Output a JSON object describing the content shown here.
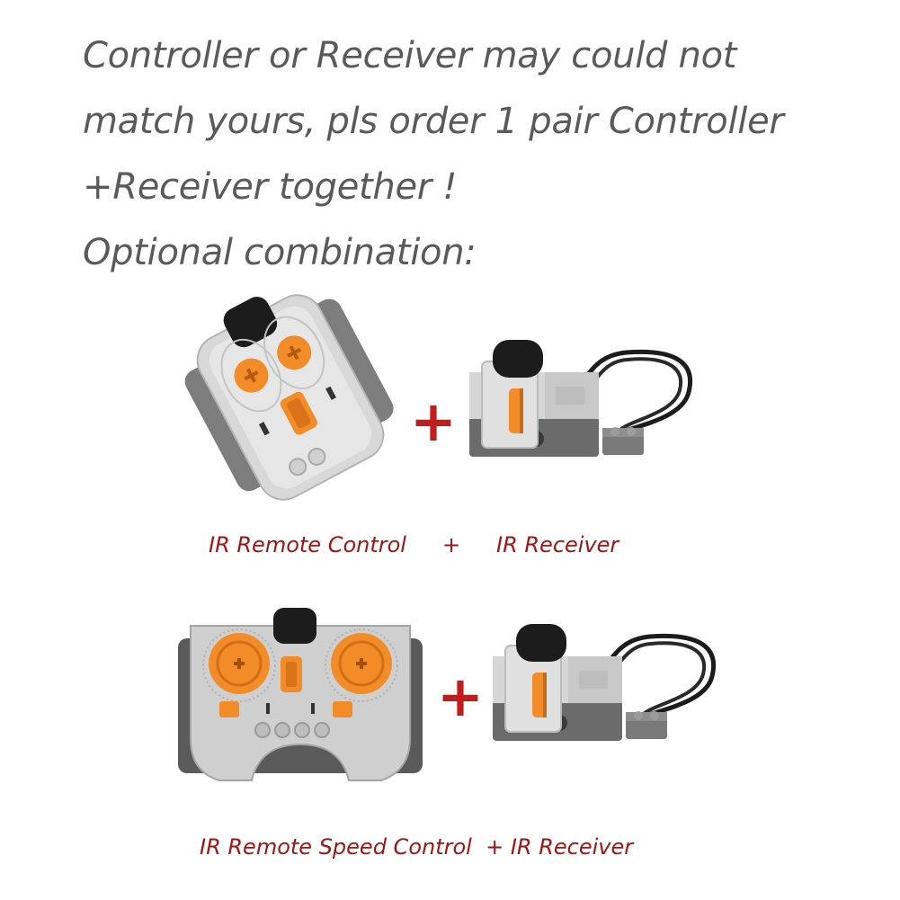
{
  "headline": {
    "line1": "Controller or Receiver may could not",
    "line2": "match yours, pls order 1 pair Controller",
    "line3": "+Receiver together !",
    "line4": "Optional combination:"
  },
  "combo1": {
    "plus_sign": "+",
    "caption_left": "IR Remote Control",
    "caption_plus": "+",
    "caption_right": "IR Receiver"
  },
  "combo2": {
    "plus_sign": "+",
    "caption": "IR Remote Speed Control  + IR Receiver"
  },
  "products": {
    "remote_1": "ir-remote-control-icon",
    "receiver_1": "ir-receiver-icon",
    "remote_2": "ir-remote-speed-control-icon",
    "receiver_2": "ir-receiver-icon"
  },
  "colors": {
    "headline_text": "#5a5a5a",
    "caption_text": "#a11515",
    "plus_sign": "#c11d1d",
    "brick_orange": "#f28c28",
    "brick_light_gray": "#d6d6d6",
    "brick_dark_gray": "#6f6f6f",
    "brick_black": "#1c1c1c"
  }
}
